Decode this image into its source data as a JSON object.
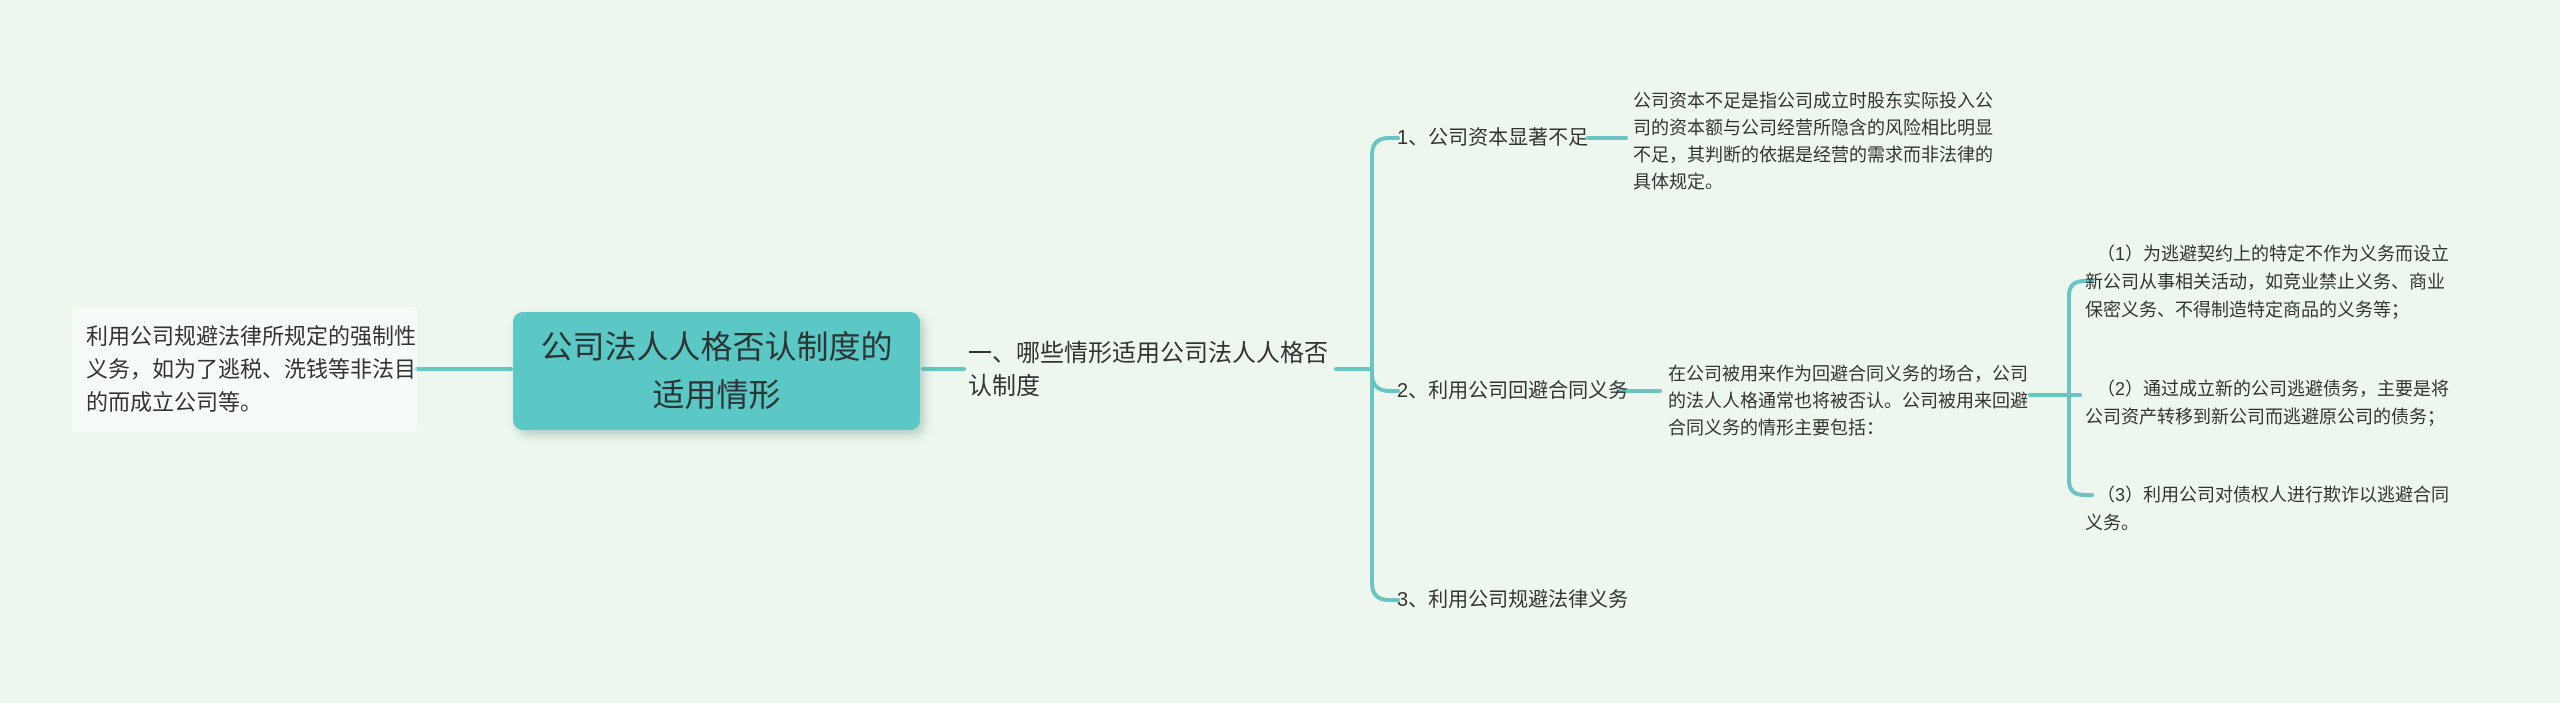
{
  "colors": {
    "background": "#eef7ee",
    "root_node_fill": "#5bc8c6",
    "connector_line": "#68c5c1",
    "text": "#333333",
    "note_highlight": "rgba(255,255,255,0.55)"
  },
  "mindmap": {
    "left_note": {
      "text": "利用公司规避法律所规定的强制性\n义务，如为了逃税、洗钱等非法目\n的而成立公司等。"
    },
    "root": {
      "text": "公司法人人格否认制度的\n适用情形"
    },
    "level1": {
      "text": "一、哪些情形适用公司法人人格否\n认制度"
    },
    "branches": [
      {
        "label": "1、公司资本显著不足",
        "detail": "公司资本不足是指公司成立时股东实际投入公\n司的资本额与公司经营所隐含的风险相比明显\n不足，其判断的依据是经营的需求而非法律的\n具体规定。"
      },
      {
        "label": "2、利用公司回避合同义务",
        "detail": "在公司被用来作为回避合同义务的场合，公司\n的法人人格通常也将被否认。公司被用来回避\n合同义务的情形主要包括：",
        "children": [
          {
            "text": "（1）为逃避契约上的特定不作为义务而设立\n新公司从事相关活动，如竞业禁止义务、商业\n保密义务、不得制造特定商品的义务等；"
          },
          {
            "text": "（2）通过成立新的公司逃避债务，主要是将\n公司资产转移到新公司而逃避原公司的债务；"
          },
          {
            "text": "（3）利用公司对债权人进行欺诈以逃避合同\n义务。"
          }
        ]
      },
      {
        "label": "3、利用公司规避法律义务"
      }
    ]
  }
}
